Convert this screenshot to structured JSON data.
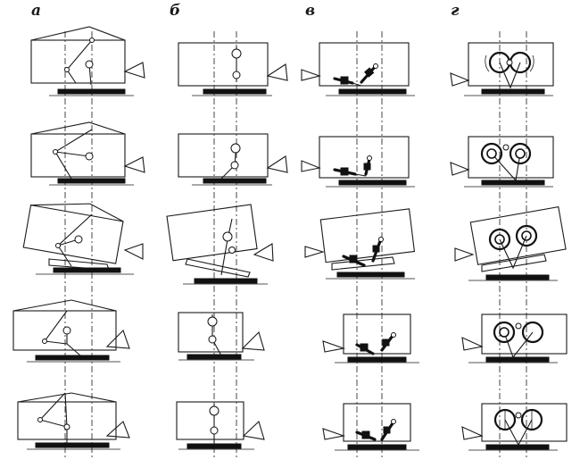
{
  "columns": [
    {
      "id": "a",
      "label": "а"
    },
    {
      "id": "b",
      "label": "б"
    },
    {
      "id": "v",
      "label": "в"
    },
    {
      "id": "g",
      "label": "г"
    }
  ],
  "rows": 5
}
